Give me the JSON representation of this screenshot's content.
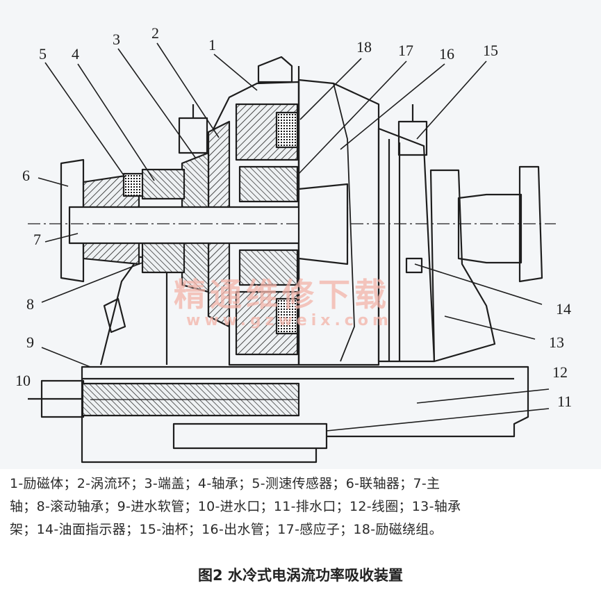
{
  "figure": {
    "callouts": [
      "1",
      "2",
      "3",
      "4",
      "5",
      "6",
      "7",
      "8",
      "9",
      "10",
      "11",
      "12",
      "13",
      "14",
      "15",
      "16",
      "17",
      "18"
    ],
    "watermark": {
      "text_cn": "精通维修下载",
      "url": "www.gzweix.com"
    }
  },
  "legend": {
    "lines": [
      "1-励磁体；2-涡流环；3-端盖；4-轴承；5-测速传感器；6-联轴器；7-主",
      "轴；8-滚动轴承；9-进水软管；10-进水口；11-排水口；12-线圈；13-轴承",
      "架；14-油面指示器；15-油杯；16-出水管；17-感应子；18-励磁绕组。"
    ]
  },
  "caption": "图2 水冷式电涡流功率吸收装置"
}
